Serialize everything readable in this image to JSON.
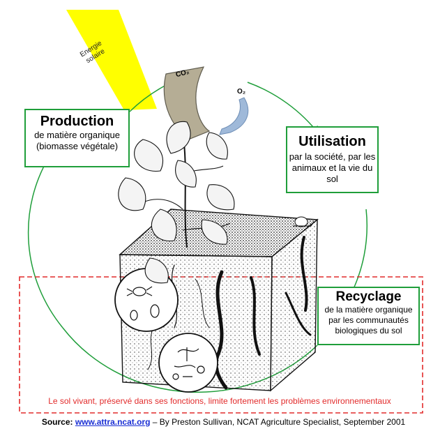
{
  "solar": {
    "label": "Energie solaire"
  },
  "gases": {
    "co2": "CO₂",
    "o2": "O₂"
  },
  "boxes": {
    "production": {
      "title": "Production",
      "desc": "de matière organique (biomasse végétale)"
    },
    "utilisation": {
      "title": "Utilisation",
      "desc": "par la société, par les animaux et la vie du sol"
    },
    "recyclage": {
      "title": "Recyclage",
      "desc": "de la matière organique par les communautés biologiques du sol"
    }
  },
  "note": "Le sol vivant, préservé dans ses fonctions, limite fortement les problèmes environnementaux",
  "source": {
    "label": "Source:",
    "link": "www.attra.ncat.org",
    "credit": " – By Preston Sullivan, NCAT Agriculture Specialist, September 2001"
  },
  "colors": {
    "cycle_green": "#1f9e3a",
    "dashed_red": "#e22b2b",
    "sun_yellow": "#ffff00",
    "co2_tan": "#b5ad95",
    "o2_blue": "#9fb9d9",
    "link_blue": "#1a2fd4"
  }
}
